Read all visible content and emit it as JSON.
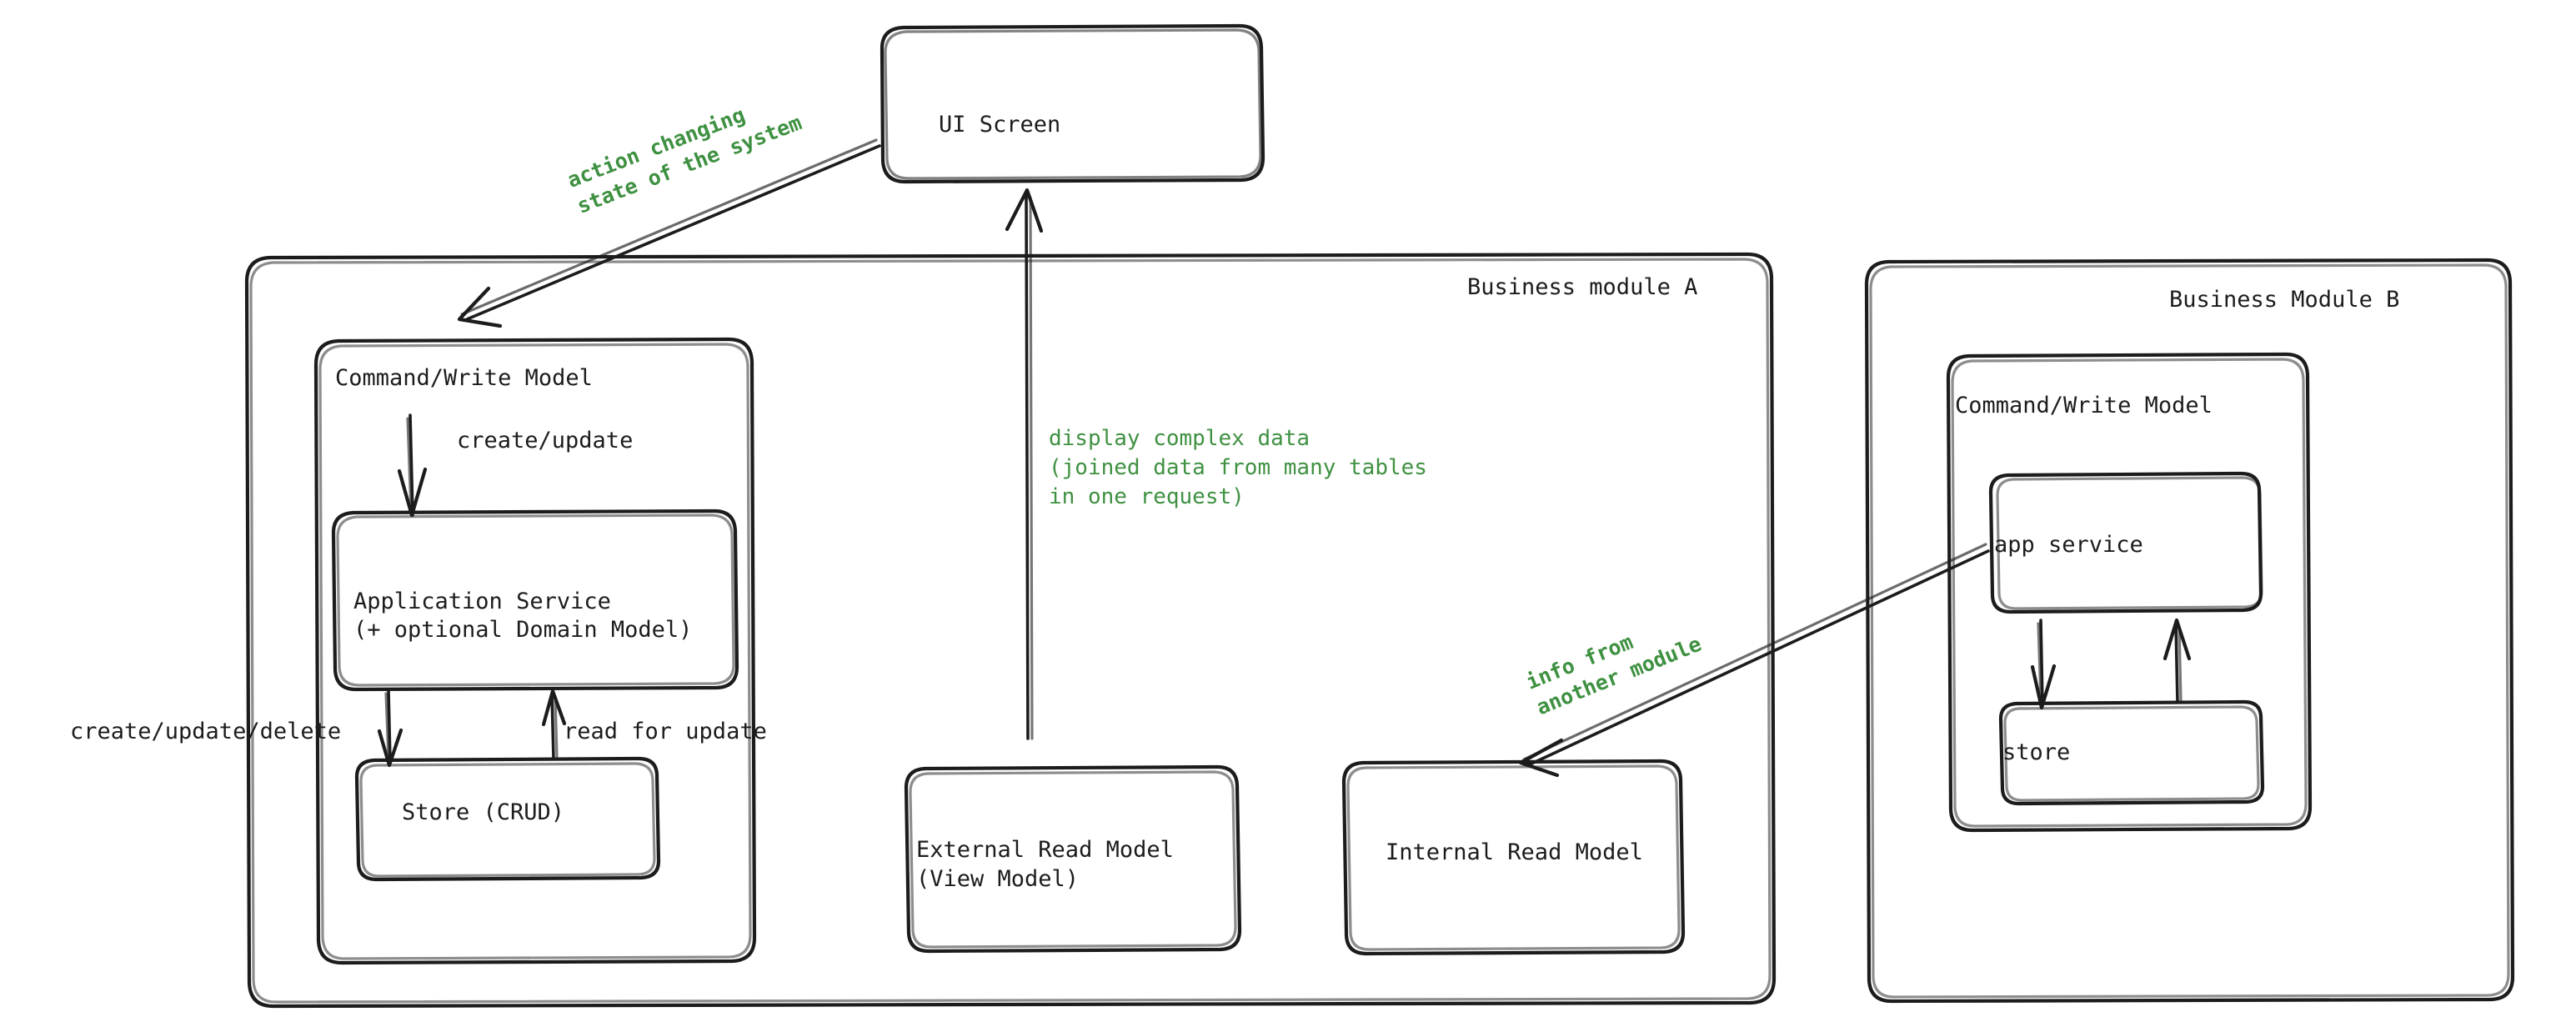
{
  "diagram": {
    "title": "CQRS business modules diagram",
    "style": "hand-drawn sketch",
    "stroke_color": "#1c1c1c",
    "accent_color": "#3f9142",
    "background": "#ffffff"
  },
  "nodes": {
    "ui_screen": {
      "label": "UI Screen"
    },
    "module_a": {
      "label": "Business module A"
    },
    "module_a_command_model": {
      "label": "Command/Write Model"
    },
    "module_a_app_service": {
      "label": "Application Service\n(+ optional Domain Model)"
    },
    "module_a_app_service_line1": "Application Service",
    "module_a_app_service_line2": "(+ optional Domain Model)",
    "module_a_store": {
      "label": "Store (CRUD)"
    },
    "external_read_model_line1": "External Read Model",
    "external_read_model_line2": "(View Model)",
    "internal_read_model": {
      "label": "Internal Read Model"
    },
    "module_b": {
      "label": "Business Module B"
    },
    "module_b_command_model": {
      "label": "Command/Write Model"
    },
    "module_b_app_service": {
      "label": "app service"
    },
    "module_b_store": {
      "label": "store"
    }
  },
  "edge_labels": {
    "create_update": "create/update",
    "create_update_delete": "create/update/delete",
    "read_for_update": "read for update"
  },
  "annotations": {
    "action_changing": {
      "line1": "action changing",
      "line2": "state of the system",
      "color": "#3f9142"
    },
    "display_complex_data": {
      "line1": "display complex data",
      "line2": "(joined data from many tables",
      "line3": "in one request)",
      "color": "#3f9142"
    },
    "info_from_another_module": {
      "line1": "info from",
      "line2": "another module",
      "color": "#3f9142"
    }
  }
}
